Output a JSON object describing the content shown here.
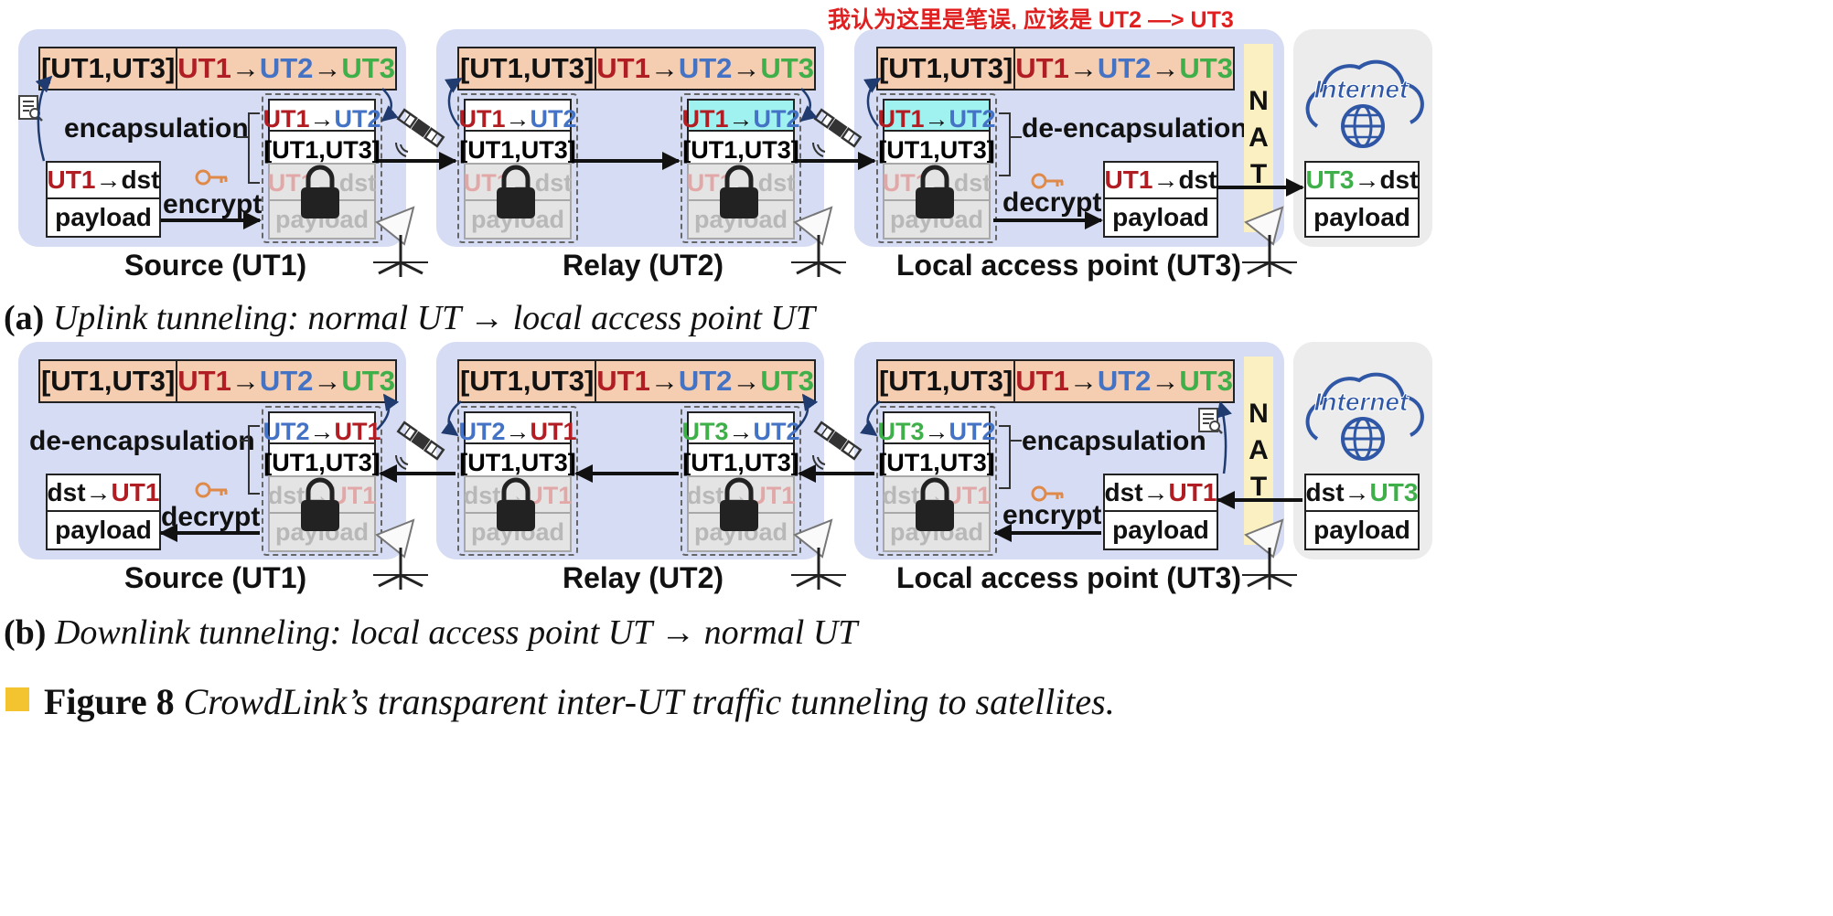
{
  "annotation": {
    "note": "我认为这里是笔误, 应该是 UT2 —> UT3"
  },
  "route": {
    "list": "[UT1,UT3]",
    "hop1": "UT1",
    "hop2": "UT2",
    "hop3": "UT3",
    "arrow": "→"
  },
  "uplink": {
    "caption_label": "(a)",
    "caption_text": "Uplink tunneling: normal UT → local access point UT",
    "panels": [
      "Source (UT1)",
      "Relay (UT2)",
      "Local access point (UT3)"
    ],
    "labels": {
      "encapsulation": "encapsulation",
      "encrypt": "encrypt",
      "de_encapsulation": "de-encapsulation",
      "decrypt": "decrypt"
    },
    "packets": [
      {
        "hdr_from": "UT1",
        "hdr_to": "UT2",
        "list": "[UT1,UT3]",
        "inner_from": "UT1",
        "inner_to": "dst",
        "payload": "payload"
      },
      {
        "hdr_from": "UT1",
        "hdr_to": "UT2",
        "list": "[UT1,UT3]",
        "inner_from": "UT1",
        "inner_to": "dst",
        "payload": "payload"
      },
      {
        "hdr_from": "UT1",
        "hdr_to": "UT2",
        "list": "[UT1,UT3]",
        "inner_from": "UT1",
        "inner_to": "dst",
        "payload": "payload"
      },
      {
        "hdr_from": "UT1",
        "hdr_to": "UT2",
        "list": "[UT1,UT3]",
        "inner_from": "UT1",
        "inner_to": "dst",
        "payload": "payload"
      }
    ],
    "messages": {
      "source": {
        "from": "UT1",
        "to": "dst",
        "payload": "payload"
      },
      "local": {
        "from": "UT1",
        "to": "dst",
        "payload": "payload"
      },
      "internet": {
        "from": "UT3",
        "to": "dst",
        "payload": "payload"
      }
    }
  },
  "downlink": {
    "caption_label": "(b)",
    "caption_text": "Downlink tunneling: local access point UT → normal UT",
    "panels": [
      "Source (UT1)",
      "Relay (UT2)",
      "Local access point (UT3)"
    ],
    "labels": {
      "de_encapsulation": "de-encapsulation",
      "decrypt": "decrypt",
      "encapsulation": "encapsulation",
      "encrypt": "encrypt"
    },
    "packets": [
      {
        "hdr_from": "UT2",
        "hdr_to": "UT1",
        "list": "[UT1,UT3]",
        "inner_from": "dst",
        "inner_to": "UT1",
        "payload": "payload"
      },
      {
        "hdr_from": "UT2",
        "hdr_to": "UT1",
        "list": "[UT1,UT3]",
        "inner_from": "dst",
        "inner_to": "UT1",
        "payload": "payload"
      },
      {
        "hdr_from": "UT3",
        "hdr_to": "UT2",
        "list": "[UT1,UT3]",
        "inner_from": "dst",
        "inner_to": "UT1",
        "payload": "payload"
      },
      {
        "hdr_from": "UT3",
        "hdr_to": "UT2",
        "list": "[UT1,UT3]",
        "inner_from": "dst",
        "inner_to": "UT1",
        "payload": "payload"
      }
    ],
    "messages": {
      "source": {
        "from": "dst",
        "to": "UT1",
        "payload": "payload"
      },
      "local": {
        "from": "dst",
        "to": "UT1",
        "payload": "payload"
      },
      "internet": {
        "from": "dst",
        "to": "UT3",
        "payload": "payload"
      }
    }
  },
  "nat": {
    "letters": [
      "N",
      "A",
      "T"
    ]
  },
  "internet": {
    "label": "Internet"
  },
  "figure": {
    "number": "Figure 8",
    "text": "CrowdLink’s transparent inter-UT traffic tunneling to satellites."
  },
  "colors": {
    "ut1": "#b01e23",
    "ut2": "#4472c4",
    "ut3": "#3faf4a",
    "panel": "#d5dcf3",
    "route_bar": "#f5cdb0",
    "highlight": "#9ff2ef",
    "nat": "#fbf0c2",
    "internet_icon": "#2f57a6",
    "key": "#e08a4a",
    "annotation": "#e02020",
    "figure_marker": "#f4c430"
  },
  "icons": [
    "satellite-icon",
    "dish-antenna-icon",
    "key-icon",
    "lock-icon",
    "document-search-icon",
    "internet-cloud-icon",
    "globe-icon"
  ]
}
